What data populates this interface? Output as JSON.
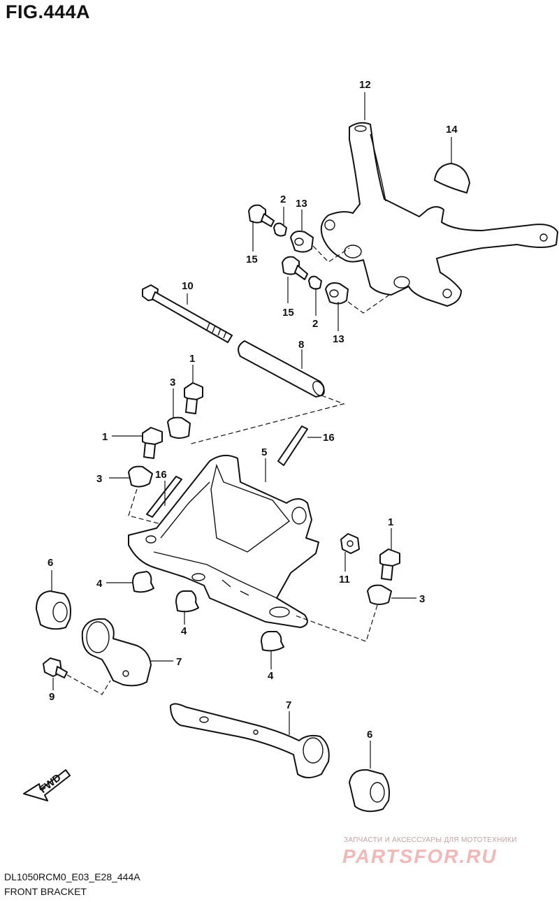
{
  "figure": {
    "title": "FIG.444A",
    "model_code": "DL1050RCM0_E03_E28_444A",
    "description": "FRONT BRACKET"
  },
  "watermark": {
    "caption": "ЗАПЧАСТИ И АКСЕССУАРЫ ДЛЯ МОТОТЕХНИКИ",
    "logo": "PARTSFOR.RU"
  },
  "fwd_label": "FWD",
  "callouts": {
    "c12": "12",
    "c14": "14",
    "c2a": "2",
    "c13a": "13",
    "c15a": "15",
    "c10": "10",
    "c15b": "15",
    "c2b": "2",
    "c13b": "13",
    "c8": "8",
    "c1a": "1",
    "c3a": "3",
    "c16a": "16",
    "c1b": "1",
    "c5": "5",
    "c3b": "3",
    "c16b": "16",
    "c1c": "1",
    "c11": "11",
    "c3c": "3",
    "c6a": "6",
    "c4a": "4",
    "c4b": "4",
    "c4c": "4",
    "c7a": "7",
    "c9": "9",
    "c7b": "7",
    "c6b": "6"
  }
}
